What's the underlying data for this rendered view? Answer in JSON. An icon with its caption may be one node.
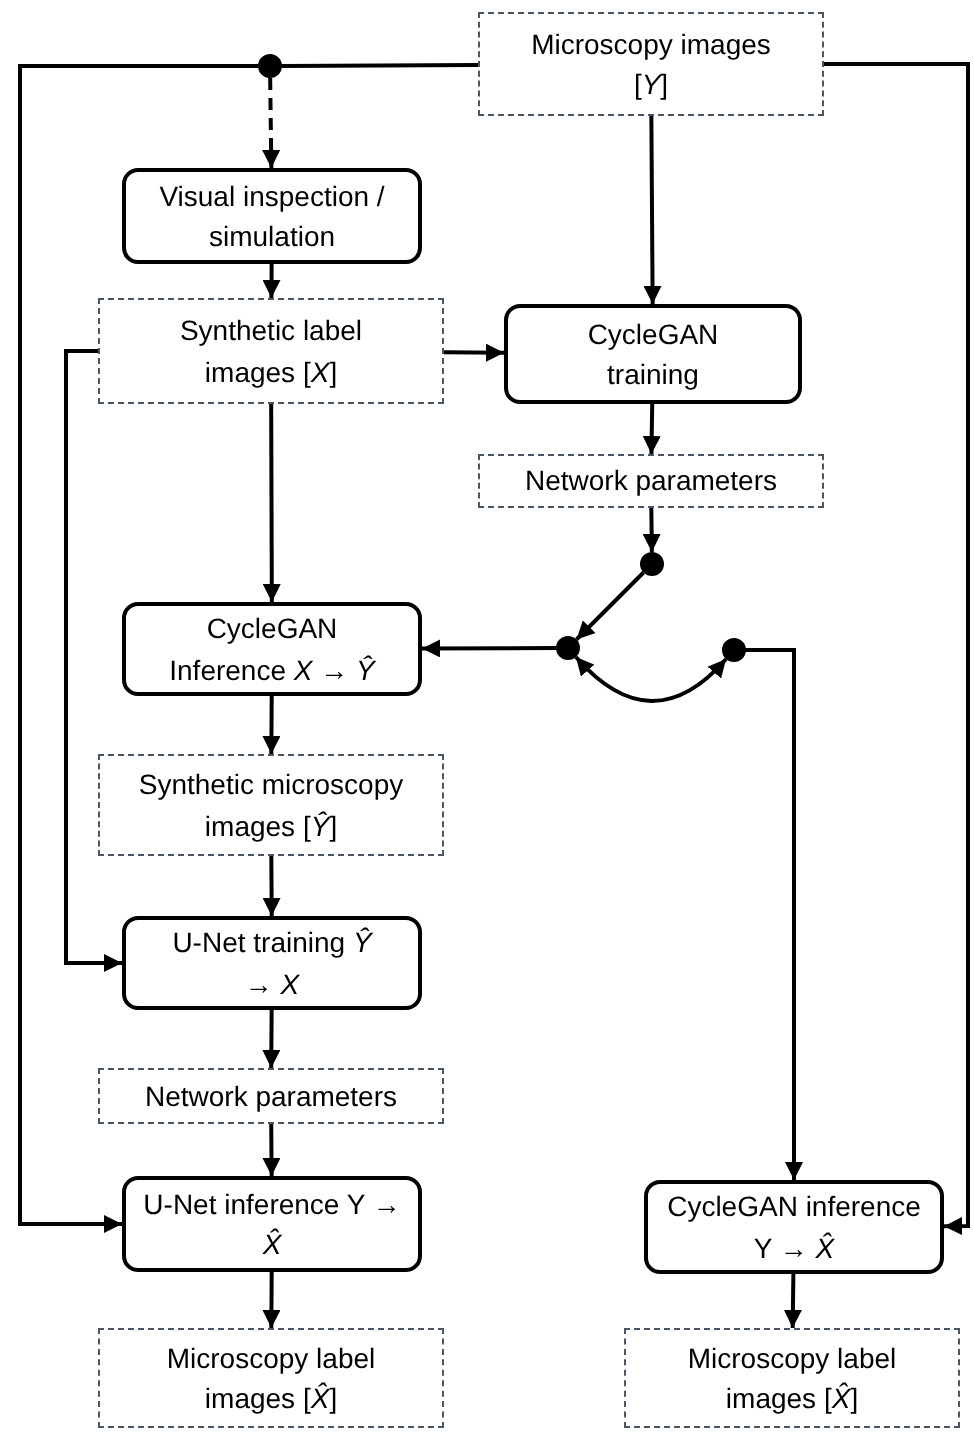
{
  "diagram": {
    "nodes": [
      {
        "text": [
          "Microscopy images [*Y*]"
        ]
      },
      {
        "text": [],
        "shape": "circle"
      },
      {
        "text": [
          "Visual inspection / simulation"
        ]
      },
      {
        "text": [
          "Synthetic label images [*X*]"
        ]
      },
      {
        "text": [
          "CycleGAN training"
        ]
      },
      {
        "text": [
          "Network parameters"
        ]
      },
      {
        "text": [],
        "shape": "circle"
      },
      {
        "text": [
          "CycleGAN Inference *X* → *Ŷ*"
        ]
      },
      {
        "text": [],
        "shape": "circle"
      },
      {
        "text": [],
        "shape": "circle"
      },
      {
        "text": [
          "Synthetic microscopy images [*Ŷ*]"
        ]
      },
      {
        "text": [
          "U-Net training *Ŷ* → *X*"
        ]
      },
      {
        "text": [
          "Network parameters"
        ]
      },
      {
        "text": [
          "U-Net inference Y → *X̂*"
        ]
      },
      {
        "text": [
          "CycleGAN inference Y → *X̂*"
        ]
      },
      {
        "text": [
          "Microscopy label images [*X̂*]"
        ]
      },
      {
        "text": [
          "Microscopy label images [*X̂*]"
        ]
      }
    ],
    "edges": [
      {
        "from": 0,
        "to": 1,
        "arrow": "none"
      },
      {
        "from": 1,
        "to": 2,
        "arrow": "to",
        "style": "dashed"
      },
      {
        "from": 1,
        "to": 13,
        "arrow": "to"
      },
      {
        "from": 0,
        "to": 14,
        "arrow": "to"
      },
      {
        "from": 0,
        "to": 4,
        "arrow": "to"
      },
      {
        "from": 2,
        "to": 3,
        "arrow": "to"
      },
      {
        "from": 3,
        "to": 4,
        "arrow": "to"
      },
      {
        "from": 3,
        "to": 11,
        "arrow": "to"
      },
      {
        "from": 3,
        "to": 7,
        "arrow": "to"
      },
      {
        "from": 4,
        "to": 5,
        "arrow": "to"
      },
      {
        "from": 5,
        "to": 6,
        "arrow": "to"
      },
      {
        "from": 6,
        "to": 8,
        "arrow": "to"
      },
      {
        "from": 8,
        "to": 7,
        "arrow": "to"
      },
      {
        "from": 8,
        "to": 9,
        "arrow": "both"
      },
      {
        "from": 9,
        "to": 14,
        "arrow": "to"
      },
      {
        "from": 7,
        "to": 10,
        "arrow": "to"
      },
      {
        "from": 10,
        "to": 11,
        "arrow": "to"
      },
      {
        "from": 11,
        "to": 12,
        "arrow": "to"
      },
      {
        "from": 12,
        "to": 13,
        "arrow": "to"
      },
      {
        "from": 13,
        "to": 15,
        "arrow": "to"
      },
      {
        "from": 14,
        "to": 16,
        "arrow": "to"
      }
    ]
  }
}
